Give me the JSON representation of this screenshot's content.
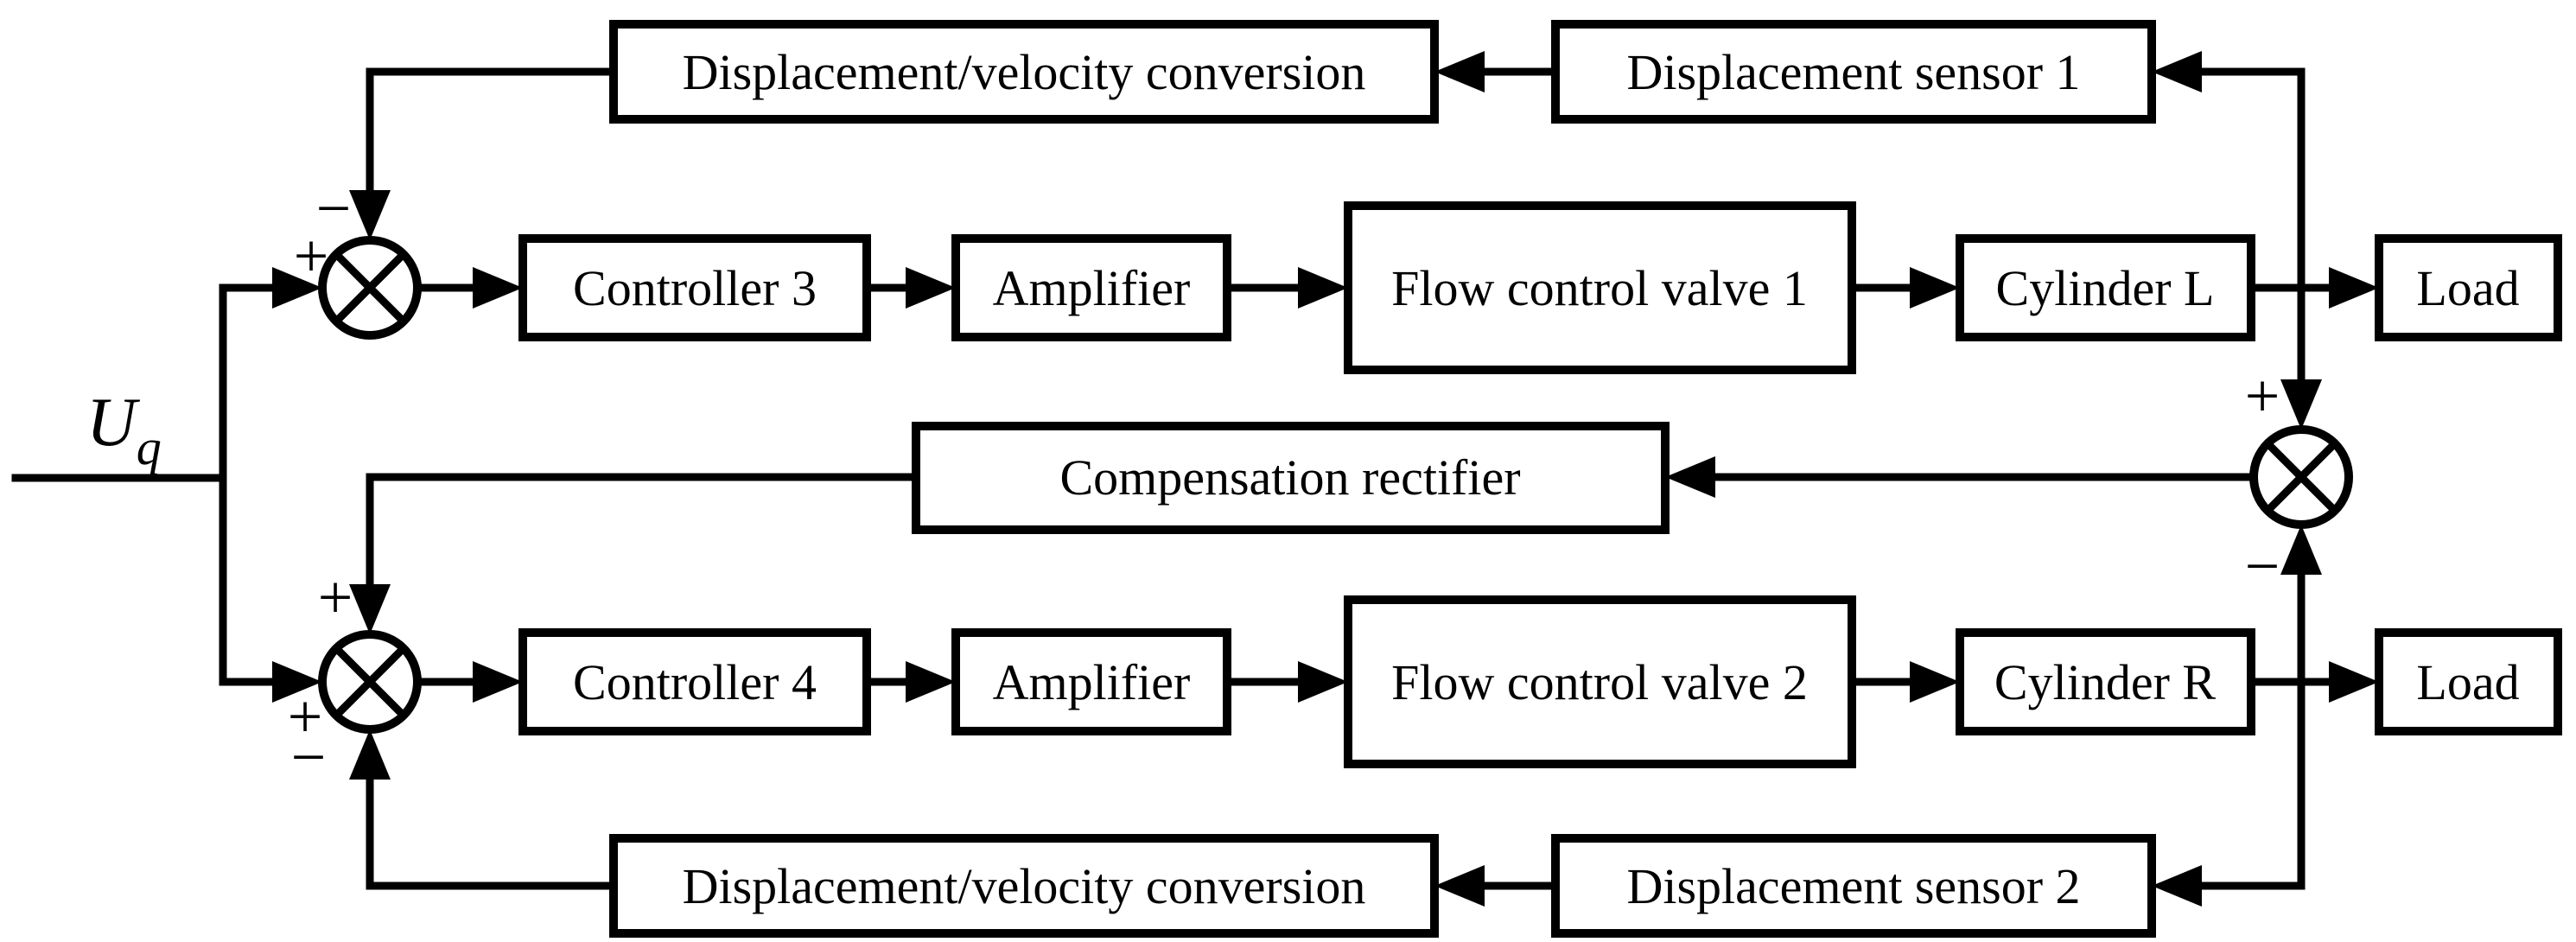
{
  "input_signal": {
    "base": "U",
    "subscript": "q"
  },
  "blocks": {
    "dvc_top": "Displacement/velocity conversion",
    "sensor1": "Displacement sensor 1",
    "controller3": "Controller 3",
    "amplifier_top": "Amplifier",
    "valve1": "Flow control valve 1",
    "cylinder_l": "Cylinder L",
    "load_top": "Load",
    "compensation": "Compensation rectifier",
    "controller4": "Controller 4",
    "amplifier_bottom": "Amplifier",
    "valve2": "Flow control valve 2",
    "cylinder_r": "Cylinder R",
    "load_bottom": "Load",
    "dvc_bottom": "Displacement/velocity conversion",
    "sensor2": "Displacement sensor 2"
  },
  "junction_signs": {
    "j1_top": "−",
    "j1_left": "+",
    "j2_top": "+",
    "j2_left": "+",
    "j2_bottom": "−",
    "j3_top": "+",
    "j3_bottom": "−"
  },
  "colors": {
    "ink": "#000000",
    "background": "#ffffff"
  }
}
